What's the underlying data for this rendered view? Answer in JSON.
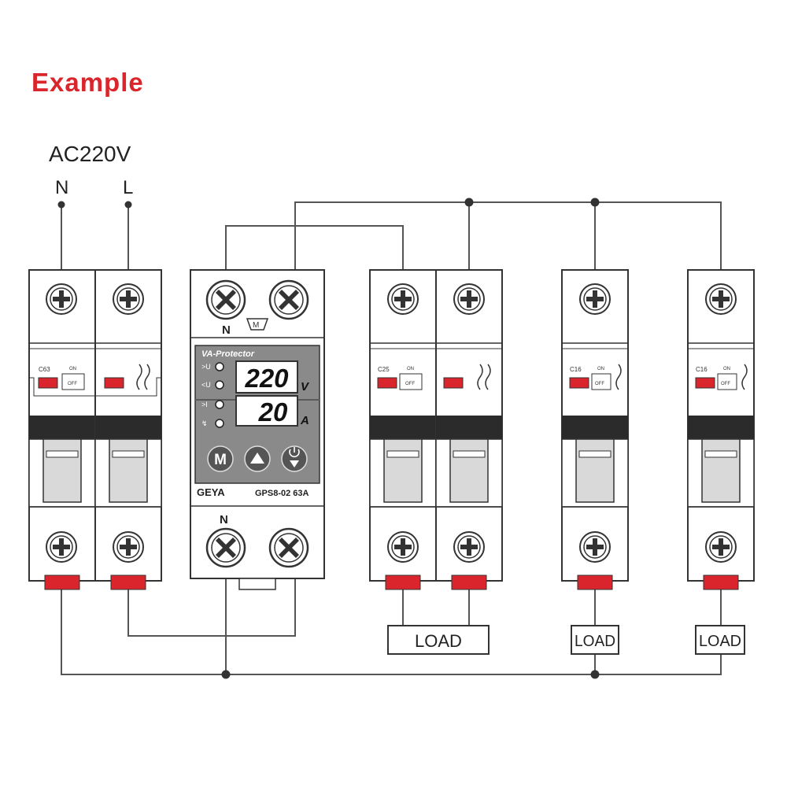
{
  "title": "Example",
  "supply": {
    "voltage": "AC220V",
    "neutral": "N",
    "line": "L"
  },
  "main_breaker": {
    "rating": "C63",
    "on": "ON",
    "off": "OFF"
  },
  "protector": {
    "brand": "GEYA",
    "product_label": "VA-Protector",
    "model": "GPS8-02 63A",
    "terminal_top": "N",
    "terminal_bottom": "N",
    "top_badge": "M",
    "indicators": [
      ">U",
      "<U",
      ">I",
      "↯"
    ],
    "voltage_reading": "220",
    "voltage_unit": "V",
    "current_reading": "20",
    "current_unit": "A",
    "buttons": {
      "menu": "M",
      "up": "up-arrow-icon",
      "power_down": "power-down-icon"
    }
  },
  "branch_breakers": [
    {
      "rating": "C25",
      "on": "ON",
      "off": "OFF"
    },
    {
      "rating": "C16",
      "on": "ON",
      "off": "OFF"
    },
    {
      "rating": "C16",
      "on": "ON",
      "off": "OFF"
    }
  ],
  "loads": [
    "LOAD",
    "LOAD",
    "LOAD"
  ],
  "colors": {
    "title": "#d9252b",
    "accent_red": "#d9252b",
    "wire": "#555555",
    "panel": "#8a8a8a",
    "lcd": "#ffffff"
  }
}
